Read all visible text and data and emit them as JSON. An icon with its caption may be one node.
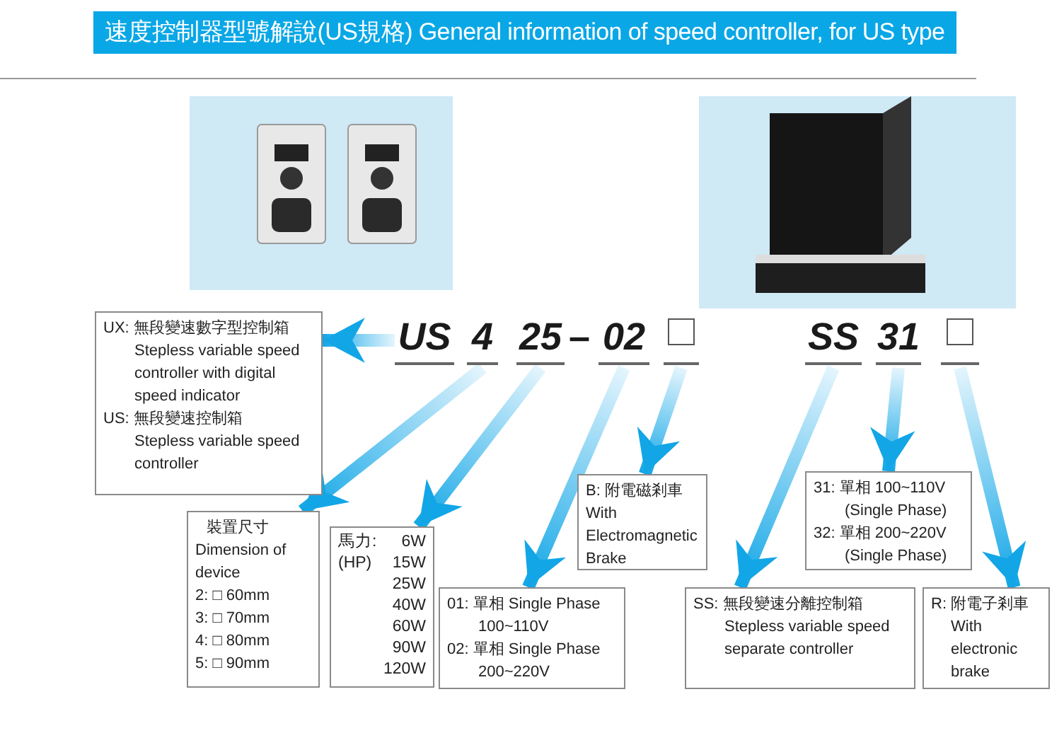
{
  "diagram": {
    "title": "速度控制器型號解說(US規格) General information of speed controller, for US type",
    "nodes": [
      {
        "text": [],
        "shape": "picture"
      },
      {
        "text": [],
        "shape": "picture"
      },
      {
        "text": [
          "US"
        ]
      },
      {
        "text": [
          "4"
        ]
      },
      {
        "text": [
          "25"
        ]
      },
      {
        "text": [
          "02"
        ]
      },
      {
        "text": [],
        "shape": "box"
      },
      {
        "text": [
          "SS"
        ]
      },
      {
        "text": [
          "31"
        ]
      },
      {
        "text": [],
        "shape": "box"
      },
      {
        "text": [
          "UX: 無段變速數字型控制箱",
          "Stepless variable speed controller with digital speed indicator",
          "US: 無段變速控制箱",
          "Stepless variable speed controller"
        ]
      },
      {
        "text": [
          "B: 附電磁剎車",
          "With Electromagnetic Brake"
        ]
      },
      {
        "text": [
          "31: 單相 100~110V",
          "(Single Phase)",
          "32: 單相 200~220V",
          "(Single Phase)"
        ]
      },
      {
        "text": [
          "裝置尺寸",
          "Dimension of device",
          "2: □ 60mm",
          "3: □ 70mm",
          "4: □ 80mm",
          "5: □ 90mm"
        ]
      },
      {
        "text": [
          "馬力:",
          "6W",
          "(HP)",
          "15W",
          "25W",
          "40W",
          "60W",
          "90W",
          "120W"
        ]
      },
      {
        "text": [
          "01: 單相 Single Phase",
          "100~110V",
          "02: 單相 Single Phase",
          "200~220V"
        ]
      },
      {
        "text": [
          "SS: 無段變速分離控制箱",
          "Stepless variable speed separate controller"
        ]
      },
      {
        "text": [
          "R: 附電子剎車",
          "With electronic brake"
        ]
      }
    ],
    "edges": [
      {
        "from": 2,
        "to": 10,
        "arrow": "to"
      },
      {
        "from": 3,
        "to": 13,
        "arrow": "to"
      },
      {
        "from": 4,
        "to": 14,
        "arrow": "to"
      },
      {
        "from": 5,
        "to": 15,
        "arrow": "to"
      },
      {
        "from": 6,
        "to": 11,
        "arrow": "to"
      },
      {
        "from": 7,
        "to": 16,
        "arrow": "to"
      },
      {
        "from": 8,
        "to": 12,
        "arrow": "to"
      },
      {
        "from": 9,
        "to": 17,
        "arrow": "to"
      }
    ],
    "labels": [
      "–"
    ]
  }
}
